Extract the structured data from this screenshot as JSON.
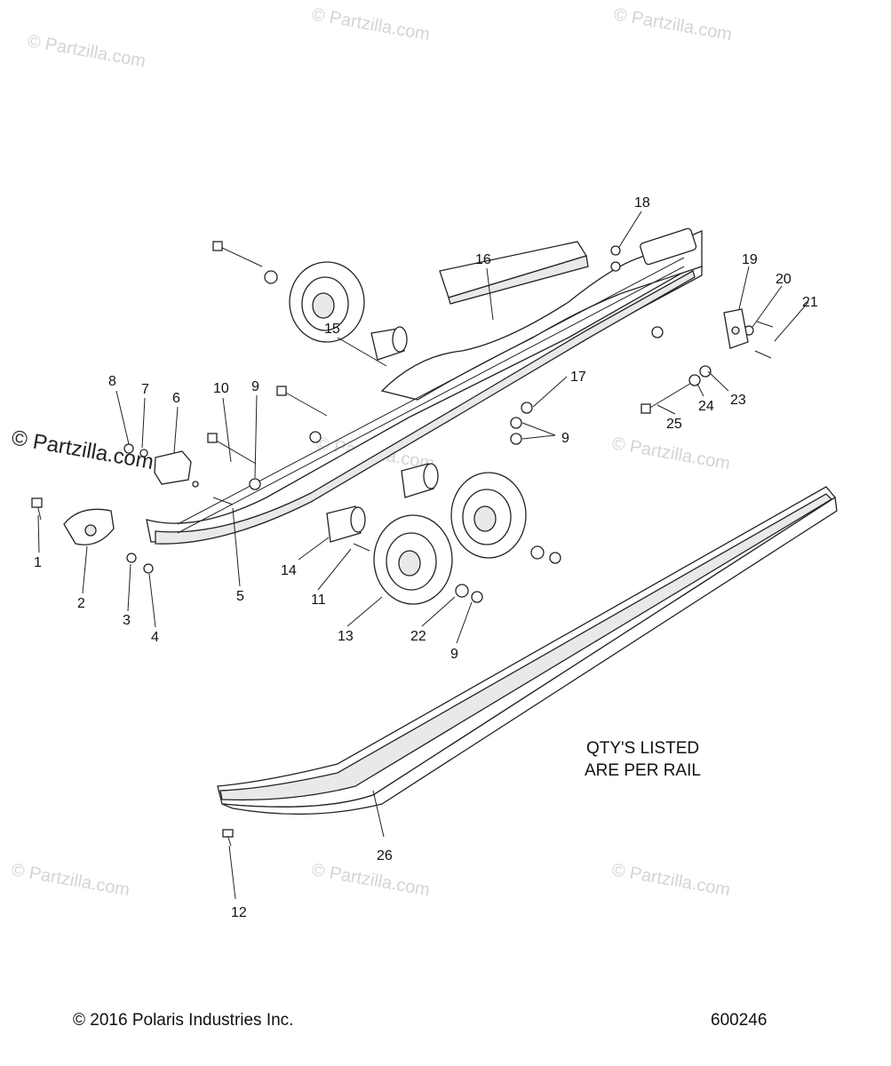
{
  "watermark": "© Partzilla.com",
  "note": {
    "line1": "QTY'S LISTED",
    "line2": "ARE PER RAIL"
  },
  "footer": {
    "copyright": "© 2016 Polaris Industries Inc.",
    "drawing_number": "600246"
  },
  "callouts": {
    "c1": "1",
    "c2": "2",
    "c3": "3",
    "c4": "4",
    "c5": "5",
    "c6": "6",
    "c7": "7",
    "c8": "8",
    "c9a": "9",
    "c9b": "9",
    "c9c": "9",
    "c10": "10",
    "c11": "11",
    "c12": "12",
    "c13": "13",
    "c14": "14",
    "c15": "15",
    "c16": "16",
    "c17": "17",
    "c18": "18",
    "c19": "19",
    "c20": "20",
    "c21": "21",
    "c22": "22",
    "c23": "23",
    "c24": "24",
    "c25": "25",
    "c26": "26"
  }
}
